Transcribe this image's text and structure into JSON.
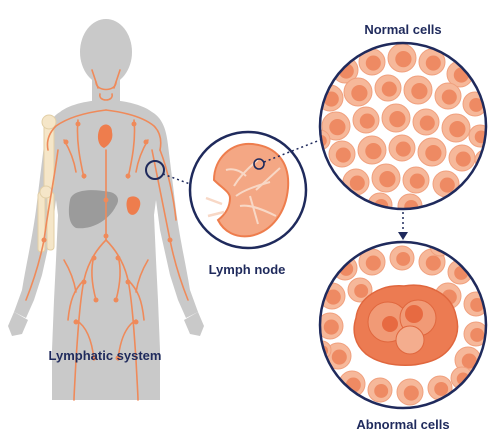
{
  "labels": {
    "normal_cells": "Normal cells",
    "lymph_node": "Lymph node",
    "lymphatic_system": "Lymphatic system",
    "abnormal_cells": "Abnormal cells"
  },
  "colors": {
    "body_silhouette": "#c9c9c9",
    "lymph_vessel": "#ef8a5a",
    "organ_liver": "#9b9b9b",
    "organ_orange": "#ee7d4d",
    "bone": "#f5e6c8",
    "outline_navy": "#1f2a5c",
    "cell_fill": "#f6b89a",
    "cell_nucleus": "#ee8a63",
    "abnormal_cell": "#ec7b52",
    "text": "#1f2a5c"
  }
}
